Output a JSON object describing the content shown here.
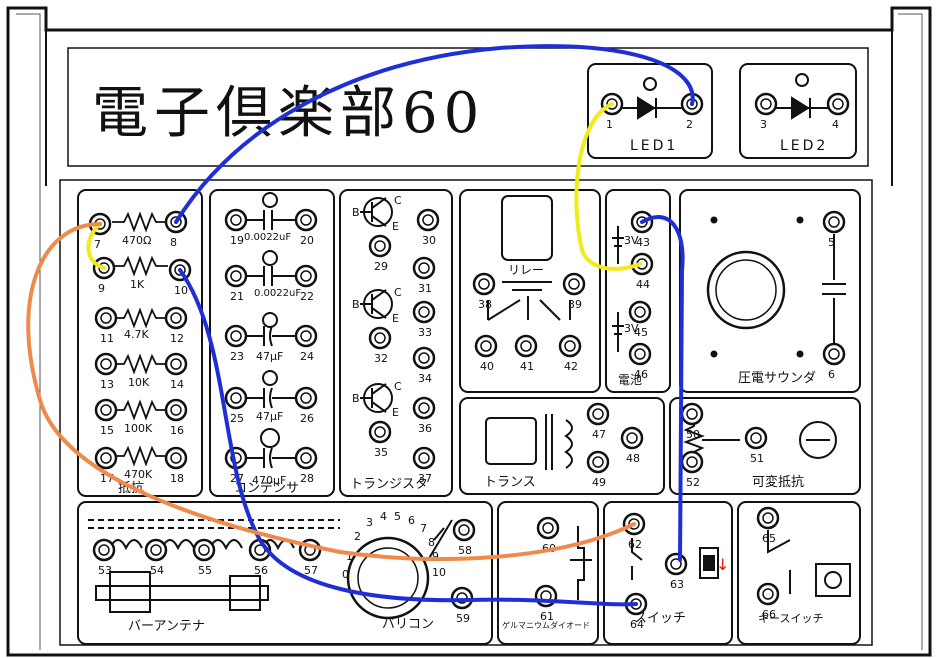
{
  "board_title": "電子倶楽部60",
  "sections": {
    "led1": "LED1",
    "led2": "LED2",
    "resistors": "抵抗",
    "capacitors": "コンデンサ",
    "transistors": "トランジスタ",
    "relay": "リレー",
    "battery": "電池",
    "piezo": "圧電サウンダ",
    "transformer": "トランス",
    "variable_resistor": "可変抵抗",
    "bar_antenna": "バーアンテナ",
    "varicon": "バリコン",
    "germanium_diode": "ゲルマニウムダイオード",
    "switch": "スイッチ",
    "key_switch": "キースイッチ"
  },
  "resistor_values": [
    "470Ω",
    "1K",
    "4.7K",
    "10K",
    "100K",
    "470K"
  ],
  "capacitor_values": [
    "0.0022uF",
    "0.0022uF",
    "47μF",
    "47μF",
    "470μF"
  ],
  "battery_voltages": [
    "3V",
    "3V"
  ],
  "terminals": {
    "t1": "1",
    "t2": "2",
    "t3": "3",
    "t4": "4",
    "t5": "5",
    "t6": "6",
    "t7": "7",
    "t8": "8",
    "t9": "9",
    "t10": "10",
    "t11": "11",
    "t12": "12",
    "t13": "13",
    "t14": "14",
    "t15": "15",
    "t16": "16",
    "t17": "17",
    "t18": "18",
    "t19": "19",
    "t20": "20",
    "t21": "21",
    "t22": "22",
    "t23": "23",
    "t24": "24",
    "t25": "25",
    "t26": "26",
    "t27": "27",
    "t28": "28",
    "t29": "29",
    "t30": "30",
    "t31": "31",
    "t32": "32",
    "t33": "33",
    "t34": "34",
    "t35": "35",
    "t36": "36",
    "t37": "37",
    "t38": "38",
    "t39": "39",
    "t40": "40",
    "t41": "41",
    "t42": "42",
    "t43": "43",
    "t44": "44",
    "t45": "45",
    "t46": "46",
    "t47": "47",
    "t48": "48",
    "t49": "49",
    "t50": "50",
    "t51": "51",
    "t52": "52",
    "t53": "53",
    "t54": "54",
    "t55": "55",
    "t56": "56",
    "t57": "57",
    "t58": "58",
    "t59": "59",
    "t60": "60",
    "t61": "61",
    "t62": "62",
    "t63": "63",
    "t64": "64",
    "t65": "65",
    "t66": "66"
  },
  "dial_numbers": [
    "0",
    "1",
    "2",
    "3",
    "4",
    "5",
    "6",
    "7",
    "8",
    "9",
    "10"
  ],
  "transistor_pins": {
    "b": "B",
    "c": "C",
    "e": "E"
  },
  "wire_colors": {
    "blue": "#1f2fd6",
    "yellow": "#f2ea1a",
    "orange": "#f08a4b"
  },
  "indicator_arrow": "↓"
}
